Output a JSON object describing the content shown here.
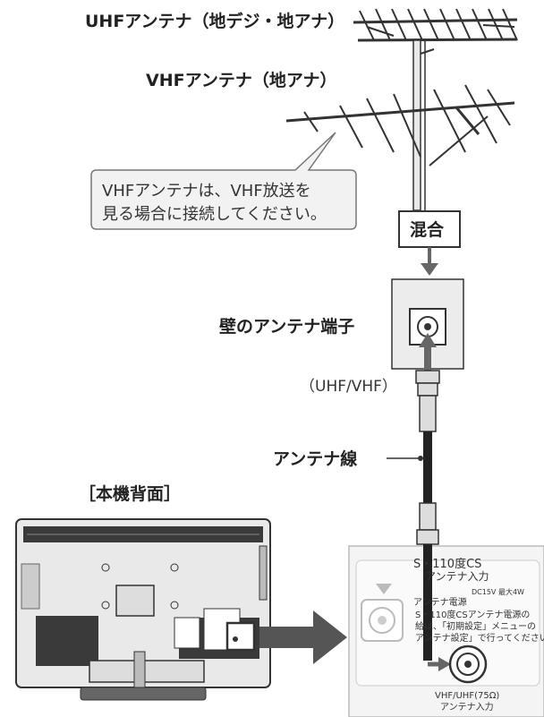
{
  "labels": {
    "uhf_antenna": "UHFアンテナ（地デジ・地アナ）",
    "vhf_antenna": "VHFアンテナ（地アナ）",
    "callout_line1": "VHFアンテナは、VHF放送を",
    "callout_line2": "見る場合に接続してください。",
    "mixer": "混合",
    "wall_terminal": "壁のアンテナ端子",
    "uhf_vhf": "（UHF/VHF）",
    "antenna_cable": "アンテナ線",
    "tv_back": "［本機背面］"
  },
  "panel": {
    "cs_line1": "S・110度CS",
    "cs_line2": "アンテナ入力",
    "power_line1": "アンテナ電源",
    "dc_spec": "DC15V 最大4W",
    "note_line1": "S・110度CSアンテナ電源の",
    "note_line2": "給は、「初期設定」メニューの",
    "note_line3": "アンテナ設定」で行ってください。",
    "vu_line1": "VHF/UHF(75Ω)",
    "vu_line2": "アンテナ入力"
  },
  "colors": {
    "label": "#222222",
    "callout_bg": "#f2f2f2",
    "arrow": "#666666",
    "tv_dark": "#3a3a3a",
    "panel_bg": "#f4f4f4"
  }
}
